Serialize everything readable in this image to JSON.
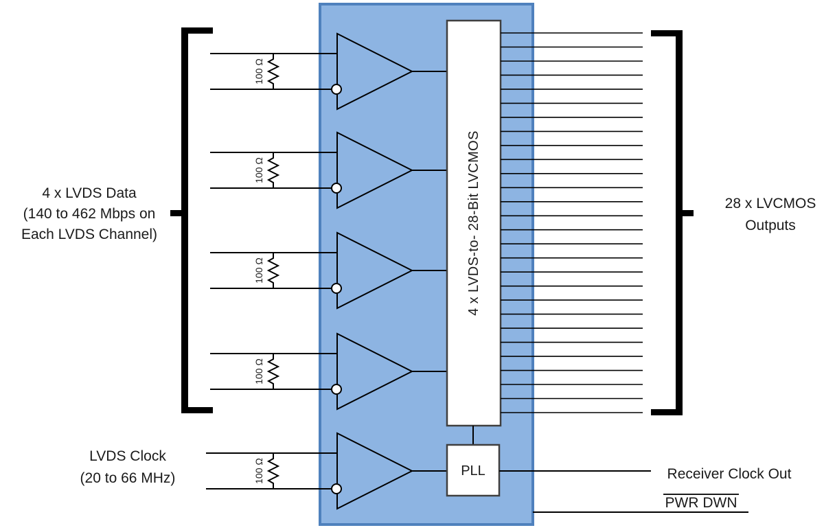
{
  "diagram": {
    "left_label": {
      "line1": "4 x LVDS Data",
      "line2": "(140 to 462 Mbps on",
      "line3": "Each LVDS Channel)"
    },
    "clock_label": {
      "line1": "LVDS Clock",
      "line2": "(20 to 66 MHz)"
    },
    "right_label": {
      "line1": "28 x LVCMOS",
      "line2": "Outputs"
    },
    "resistor_label": "100 Ω",
    "core_label": "4 x LVDS-to- 28-Bit LVCMOS",
    "pll_label": "PLL",
    "receiver_clock_out_label": "Receiver Clock Out",
    "pwr_dwn_label": "PWR DWN",
    "channel_count": 4,
    "output_count": 28,
    "colors": {
      "chip_fill": "#8DB4E2",
      "chip_border": "#4F81BD",
      "box_border": "#3F3F3F",
      "line": "#000000",
      "bracket": "#000000"
    }
  }
}
